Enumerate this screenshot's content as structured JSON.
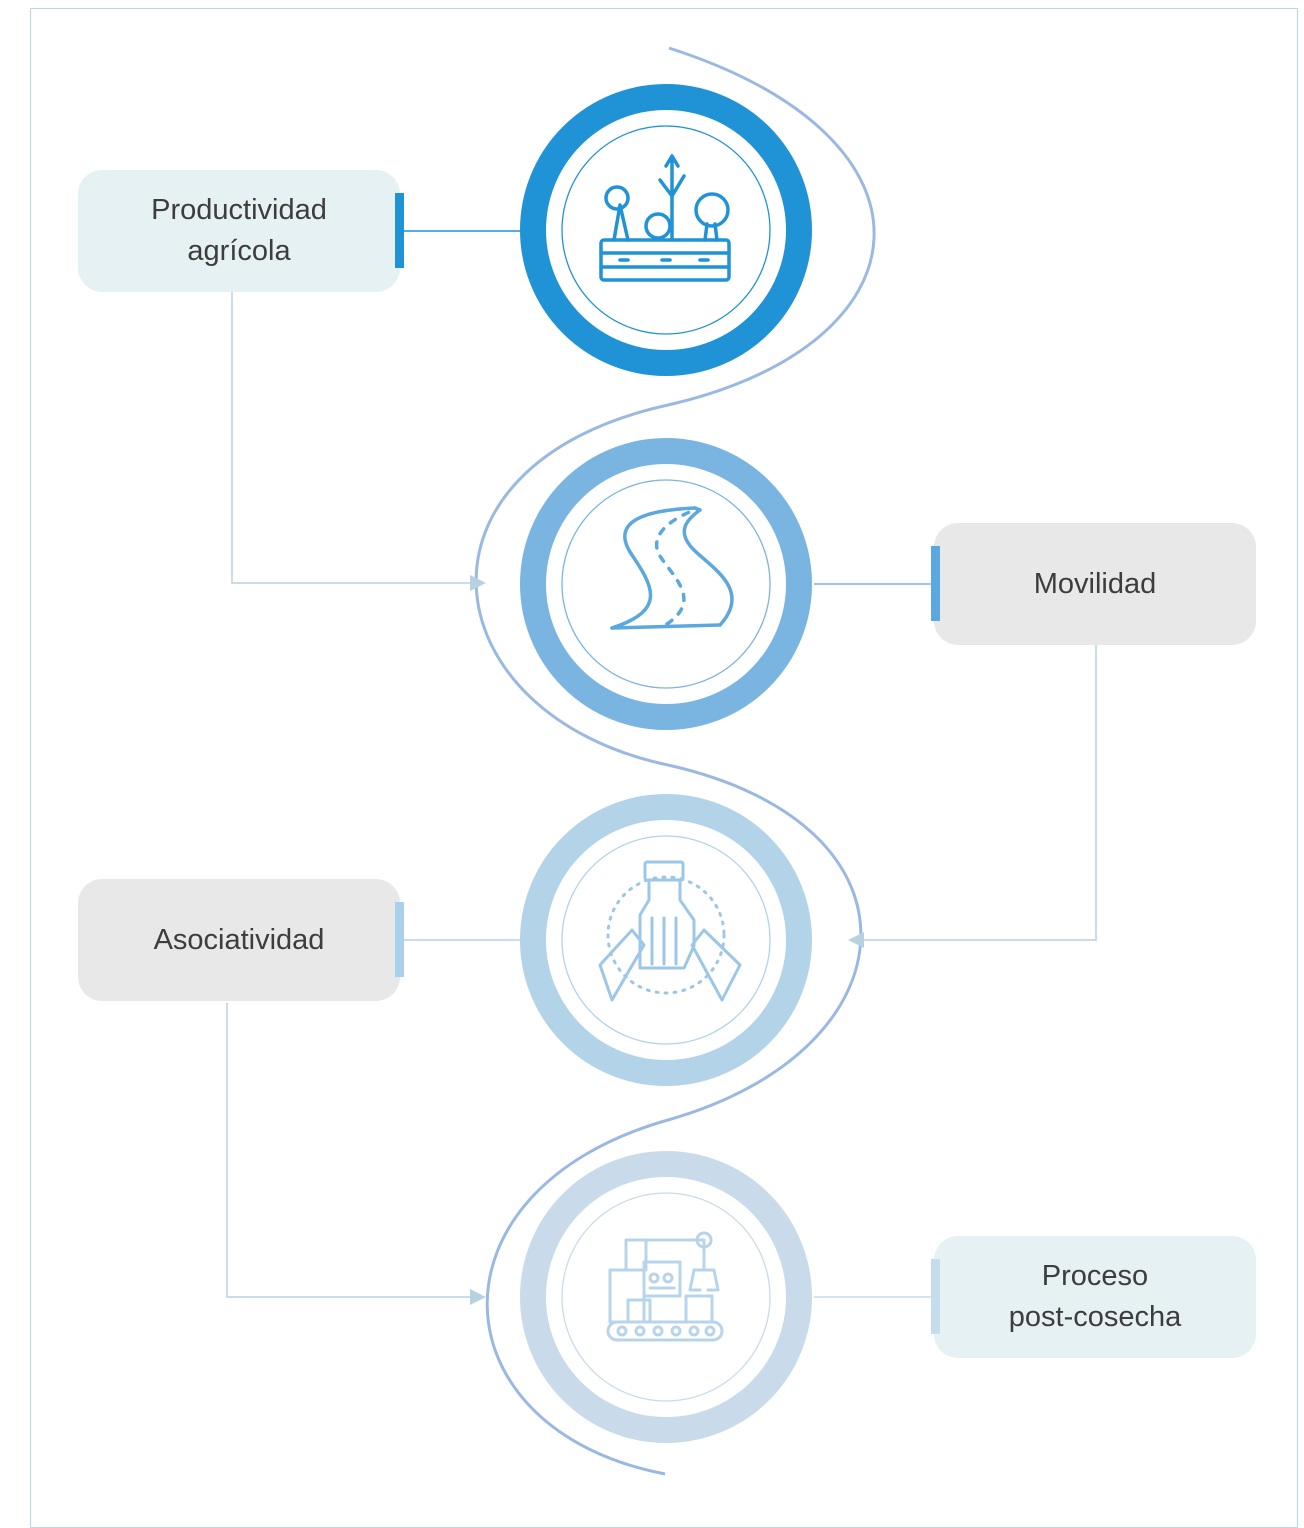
{
  "steps": [
    {
      "label_lines": [
        "Productividad",
        "agrícola"
      ],
      "icon": "vegetable-crate-icon",
      "ring_color": "#1f93d6",
      "icon_color": "#1f93d6",
      "box_color": "#e5f1f3",
      "marker_color": "#1f93d6"
    },
    {
      "label_lines": [
        "Movilidad"
      ],
      "icon": "winding-road-icon",
      "ring_color": "#7ab4e0",
      "icon_color": "#5aa8de",
      "box_color": "#e8e8e8",
      "marker_color": "#5aa8de"
    },
    {
      "label_lines": [
        "Asociatividad"
      ],
      "icon": "joined-hands-icon",
      "ring_color": "#b3d3e8",
      "icon_color": "#9dc7e6",
      "box_color": "#e8e8e8",
      "marker_color": "#a9d1ec"
    },
    {
      "label_lines": [
        "Proceso",
        "post-cosecha"
      ],
      "icon": "factory-machine-icon",
      "ring_color": "#c9dbea",
      "icon_color": "#b8d4eb",
      "box_color": "#e5f1f3",
      "marker_color": "#c5dcec"
    }
  ],
  "colors": {
    "serpentine": "#9ab9e2",
    "connector": "#b6d2de",
    "frame": "#b9d9e2",
    "text": "#3d3d3d"
  }
}
